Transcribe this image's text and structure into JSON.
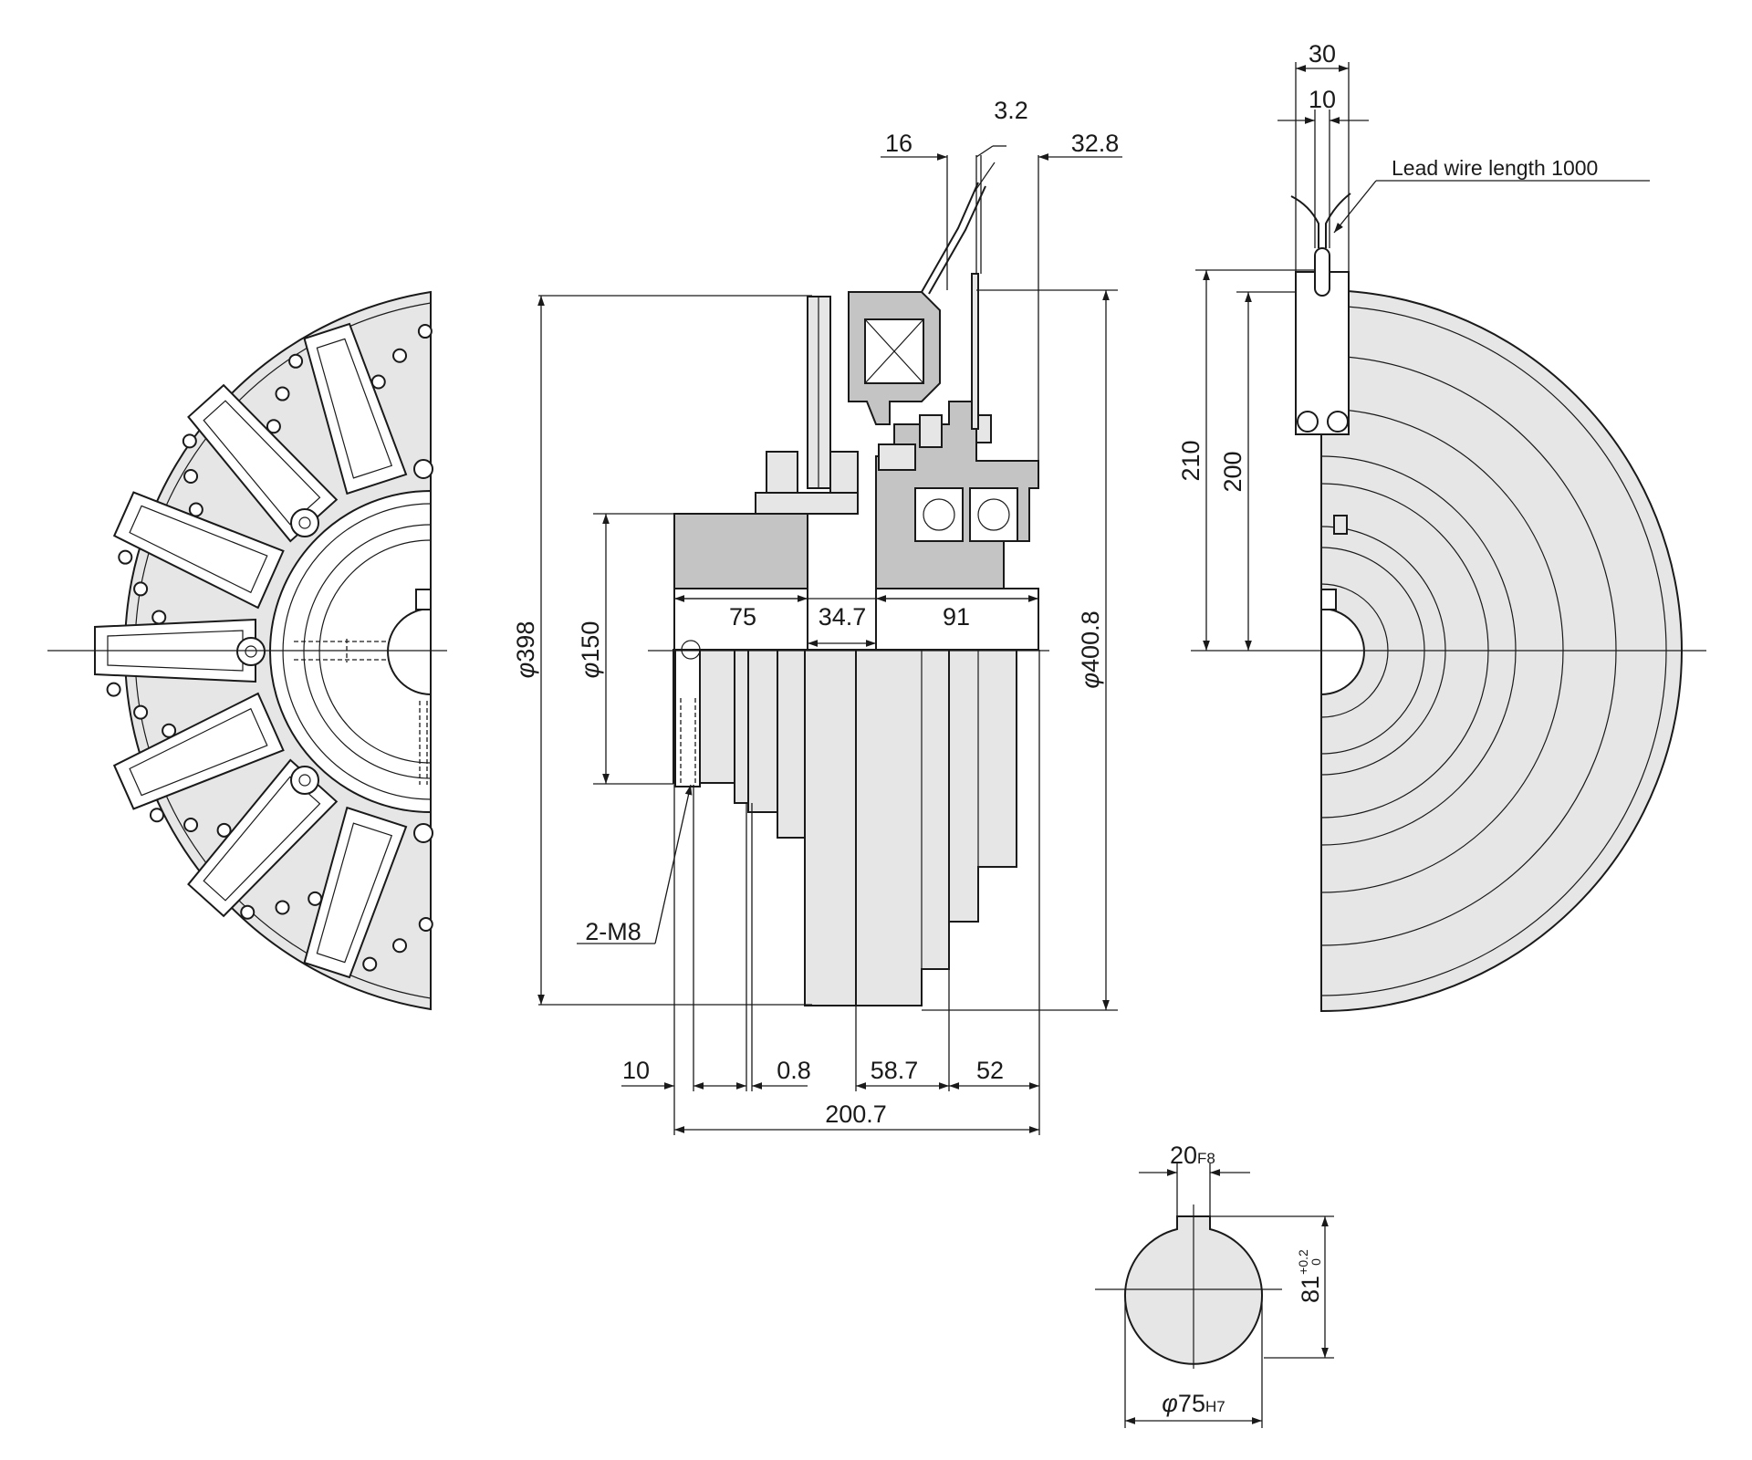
{
  "dimensions": {
    "d30": "30",
    "d10_top": "10",
    "d3_2": "3.2",
    "d16": "16",
    "d32_8": "32.8",
    "lead_wire": "Lead wire length 1000",
    "d210": "210",
    "d200": "200",
    "phi": "φ",
    "d398": "398",
    "d150": "150",
    "d400_8": "400.8",
    "d75": "75",
    "d34_7": "34.7",
    "d91": "91",
    "tap": "2-M8",
    "d10_bottom": "10",
    "d0_8": "0.8",
    "d58_7": "58.7",
    "d52": "52",
    "d200_7": "200.7",
    "key_width": "20",
    "key_width_tol": "F8",
    "key_depth": "81",
    "key_depth_tol_upper": "+0.2",
    "key_depth_tol_lower": "0",
    "bore_diameter": "75",
    "bore_tol": "H7"
  }
}
